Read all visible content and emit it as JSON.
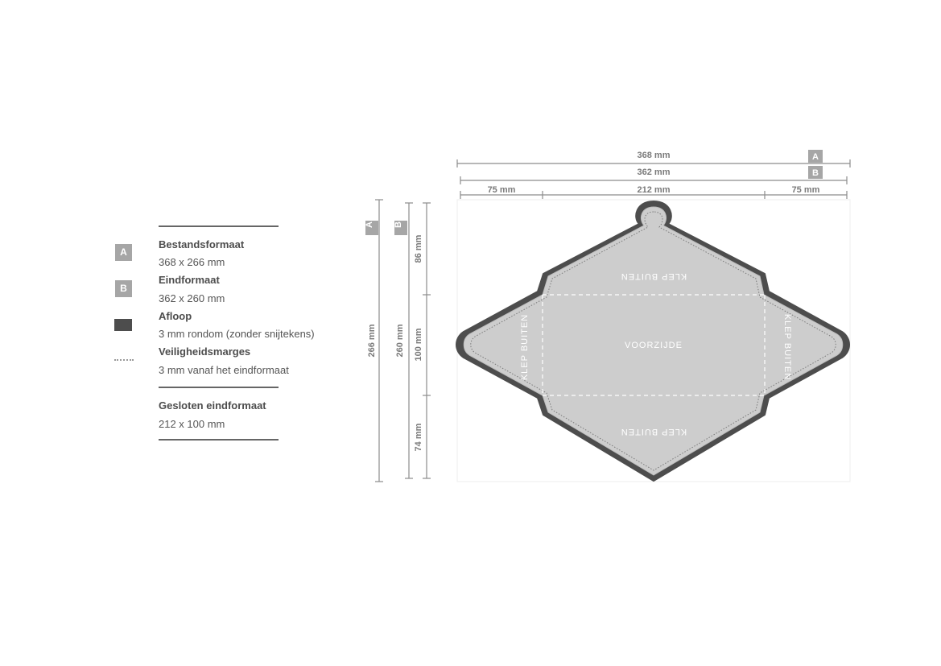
{
  "legend": {
    "bestandsformaat": {
      "badge": "A",
      "title": "Bestandsformaat",
      "value": "368 x 266 mm"
    },
    "eindformaat": {
      "badge": "B",
      "title": "Eindformaat",
      "value": "362 x 260 mm"
    },
    "afloop": {
      "title": "Afloop",
      "value": "3 mm rondom (zonder snijtekens)"
    },
    "veiligheidsmarges": {
      "title": "Veiligheidsmarges",
      "value": "3 mm vanaf het eindformaat"
    },
    "gesloten": {
      "title": "Gesloten eindformaat",
      "value": "212 x 100 mm"
    }
  },
  "dimensions": {
    "width_a": "368 mm",
    "width_b": "362 mm",
    "flap_left": "75 mm",
    "center": "212 mm",
    "flap_right": "75 mm",
    "height_a": "266 mm",
    "height_b": "260 mm",
    "top_flap": "86 mm",
    "front": "100 mm",
    "bottom_flap": "74 mm",
    "badge_a": "A",
    "badge_b": "B"
  },
  "panels": {
    "front": "VOORZIJDE",
    "flap_top": "KLEP BUITEN",
    "flap_bottom": "KLEP BUITEN",
    "flap_left": "KLEP BUITEN",
    "flap_right": "KLEP BUITEN"
  },
  "colors": {
    "bleed": "#4d4d4d",
    "panel": "#cdcdcd",
    "badge": "#a6a6a6",
    "dimension_line": "#8c8c8c"
  }
}
